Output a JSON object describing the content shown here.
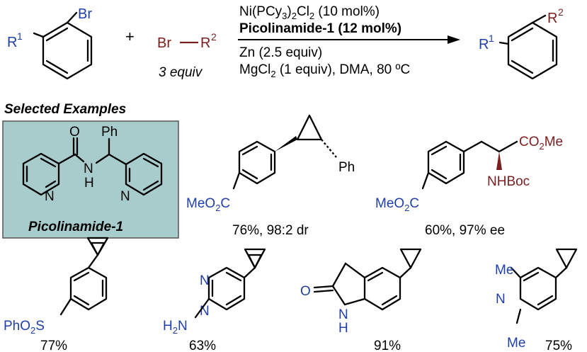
{
  "reaction": {
    "aryl_bromide": {
      "r_label": "R",
      "r_sup": "1",
      "x_label": "Br"
    },
    "plus": "+",
    "alkyl_bromide": {
      "br": "Br",
      "r": "R",
      "r_sup": "2",
      "equiv": "3 equiv"
    },
    "conditions": {
      "line1_a": "Ni(PCy",
      "line1_sub": "3",
      "line1_b": ")",
      "line1_sub2": "2",
      "line1_c": "Cl",
      "line1_sub3": "2",
      "line1_d": " (10 mol%)",
      "line2": "Picolinamide-1 (12 mol%)",
      "line3": "Zn (2.5 equiv)",
      "line4_a": "MgCl",
      "line4_sub": "2",
      "line4_b": " (1 equiv), DMA, 80 ºC"
    },
    "product": {
      "r1": "R",
      "r1_sup": "1",
      "r2": "R",
      "r2_sup": "2"
    }
  },
  "section_title": "Selected Examples",
  "ligand": {
    "name": "Picolinamide-1",
    "atoms": {
      "O": "O",
      "N": "N",
      "H": "H",
      "Ph": "Ph",
      "N_left": "N",
      "N_right": "N"
    },
    "box_color": "#a8cccc"
  },
  "examples": [
    {
      "id": "cyclopropyl-ester",
      "yield": "76%, 98:2 dr",
      "ester": "MeO",
      "ester_sub": "2",
      "ester_c": "C",
      "ph": "Ph"
    },
    {
      "id": "amino-acid",
      "yield": "60%, 97% ee",
      "ester": "MeO",
      "ester_sub": "2",
      "ester_c": "C",
      "co2me_a": "CO",
      "co2me_sub": "2",
      "co2me_b": "Me",
      "nhboc": "NHBoc"
    },
    {
      "id": "sulfone",
      "yield": "77%",
      "s_a": "PhO",
      "s_sub": "2",
      "s_b": "S"
    },
    {
      "id": "pyrimidine",
      "yield": "63%",
      "n1": "N",
      "n2": "N",
      "nh2_a": "H",
      "nh2_sub": "2",
      "nh2_b": "N"
    },
    {
      "id": "oxindole",
      "yield": "91%",
      "o": "O",
      "n": "N",
      "h": "H"
    },
    {
      "id": "pyridine",
      "yield": "75%",
      "me_top": "Me",
      "me_bot": "Me",
      "n": "N"
    }
  ],
  "colors": {
    "blue": "#1f3fa6",
    "brown": "#7a1e1e",
    "box": "#a8cccc"
  }
}
